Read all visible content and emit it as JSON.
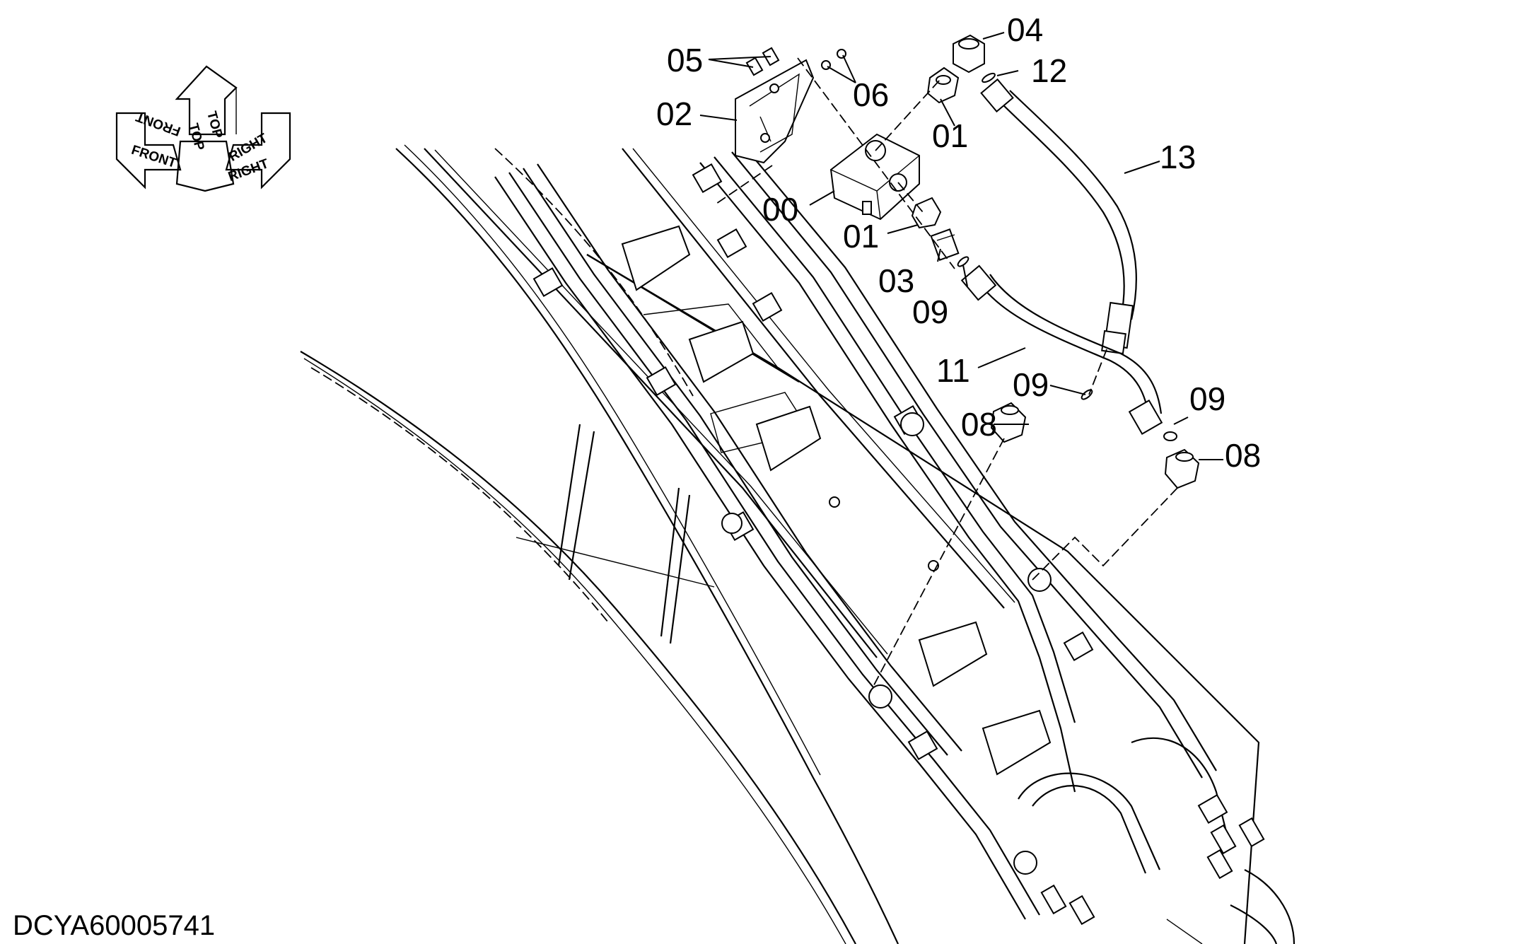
{
  "drawing_id": "DCYA60005741",
  "orientation": {
    "front": "FRONT",
    "top": "TOP",
    "right": "RIGHT"
  },
  "callouts": {
    "c00": "00",
    "c01a": "01",
    "c01b": "01",
    "c02": "02",
    "c03": "03",
    "c04": "04",
    "c05": "05",
    "c06": "06",
    "c08a": "08",
    "c08b": "08",
    "c09a": "09",
    "c09b": "09",
    "c09c": "09",
    "c11": "11",
    "c12": "12",
    "c13": "13"
  }
}
